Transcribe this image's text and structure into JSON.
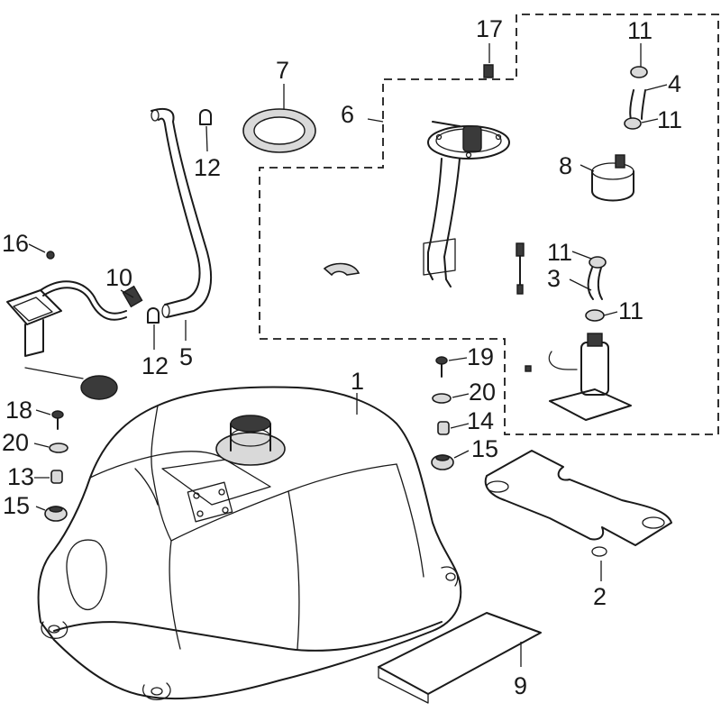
{
  "diagram": {
    "callouts": [
      {
        "id": "c1",
        "text": "1"
      },
      {
        "id": "c2",
        "text": "2"
      },
      {
        "id": "c3",
        "text": "3"
      },
      {
        "id": "c4",
        "text": "4"
      },
      {
        "id": "c5",
        "text": "5"
      },
      {
        "id": "c6",
        "text": "6"
      },
      {
        "id": "c7",
        "text": "7"
      },
      {
        "id": "c8",
        "text": "8"
      },
      {
        "id": "c9",
        "text": "9"
      },
      {
        "id": "c10",
        "text": "10"
      },
      {
        "id": "c11a",
        "text": "11"
      },
      {
        "id": "c11b",
        "text": "11"
      },
      {
        "id": "c11c",
        "text": "11"
      },
      {
        "id": "c11d",
        "text": "11"
      },
      {
        "id": "c12a",
        "text": "12"
      },
      {
        "id": "c12b",
        "text": "12"
      },
      {
        "id": "c13",
        "text": "13"
      },
      {
        "id": "c14",
        "text": "14"
      },
      {
        "id": "c15a",
        "text": "15"
      },
      {
        "id": "c15b",
        "text": "15"
      },
      {
        "id": "c16",
        "text": "16"
      },
      {
        "id": "c17",
        "text": "17"
      },
      {
        "id": "c18",
        "text": "18"
      },
      {
        "id": "c19",
        "text": "19"
      },
      {
        "id": "c20a",
        "text": "20"
      },
      {
        "id": "c20b",
        "text": "20"
      }
    ]
  }
}
